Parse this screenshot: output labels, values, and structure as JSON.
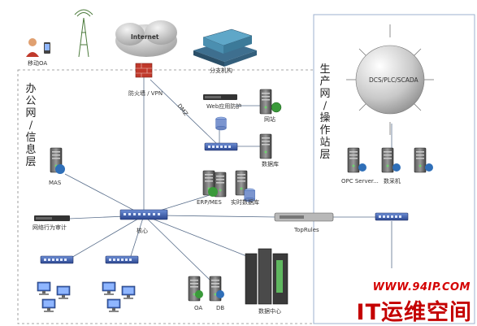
{
  "zones": {
    "office": [
      "办",
      "公",
      "网",
      "/",
      "信",
      "息",
      "层"
    ],
    "production": [
      "生",
      "产",
      "网",
      "/",
      "操",
      "作",
      "站",
      "层"
    ]
  },
  "labels": {
    "mobile_oa": "移动OA",
    "internet": "Internet",
    "branch": "分支机构",
    "firewall_vpn": "防火墙 / VPN",
    "dmz": "DMZ",
    "web_protect": "Web应用防护",
    "website": "网站",
    "database": "数据库",
    "mas": "MAS",
    "erp_mes": "ERP/MES",
    "realtime_db": "实时数据库",
    "behavior_audit": "网络行为审计",
    "core": "核心",
    "toprules": "TopRules",
    "dcs": "DCS/PLC/SCADA",
    "opc": "OPC Server...",
    "collector": "数采机",
    "oa": "OA",
    "db": "DB",
    "datacenter": "数据中心"
  },
  "watermark": {
    "url": "WWW.94IP.COM",
    "title": "IT运维空间"
  },
  "colors": {
    "switch": "#3b5aa8",
    "server": "#3a3a3a",
    "line": "#5a6f8c",
    "firewall": "#c0392b",
    "watermark": "#c40000"
  }
}
